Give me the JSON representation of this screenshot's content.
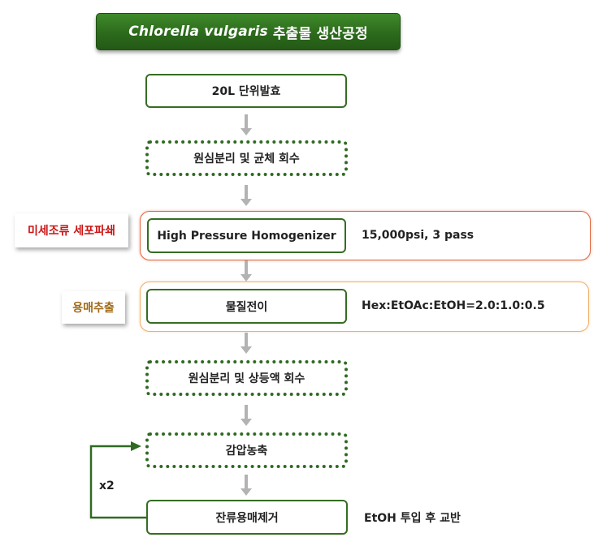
{
  "title": {
    "scientific_name": "Chlorella vulgaris",
    "suffix": "추출물 생산공정"
  },
  "steps": [
    {
      "label": "20L 단위발효"
    },
    {
      "label": "원심분리 및 균체 회수"
    },
    {
      "label": "High Pressure Homogenizer"
    },
    {
      "label": "물질전이"
    },
    {
      "label": "원심분리 및 상등액 회수"
    },
    {
      "label": "감압농축"
    },
    {
      "label": "잔류용매제거"
    }
  ],
  "stage_labels": {
    "cell_disruption": "미세조류 세포파쇄",
    "solvent_extraction": "용매추출"
  },
  "notes": {
    "homogenizer": "15,000psi, 3 pass",
    "solvent_ratio": "Hex:EtOAc:EtOH=2.0:1.0:0.5",
    "solvent_removal": "EtOH 투입 후 교반"
  },
  "loop": {
    "label": "x2"
  },
  "colors": {
    "banner_green": "#2c6a1c",
    "box_border_green": "#356d22",
    "panel_red": "#e0653f",
    "panel_orange": "#f0b068",
    "label_red": "#cc1414",
    "label_brown": "#a06a18",
    "arrow_gray": "#b3b3b3"
  }
}
